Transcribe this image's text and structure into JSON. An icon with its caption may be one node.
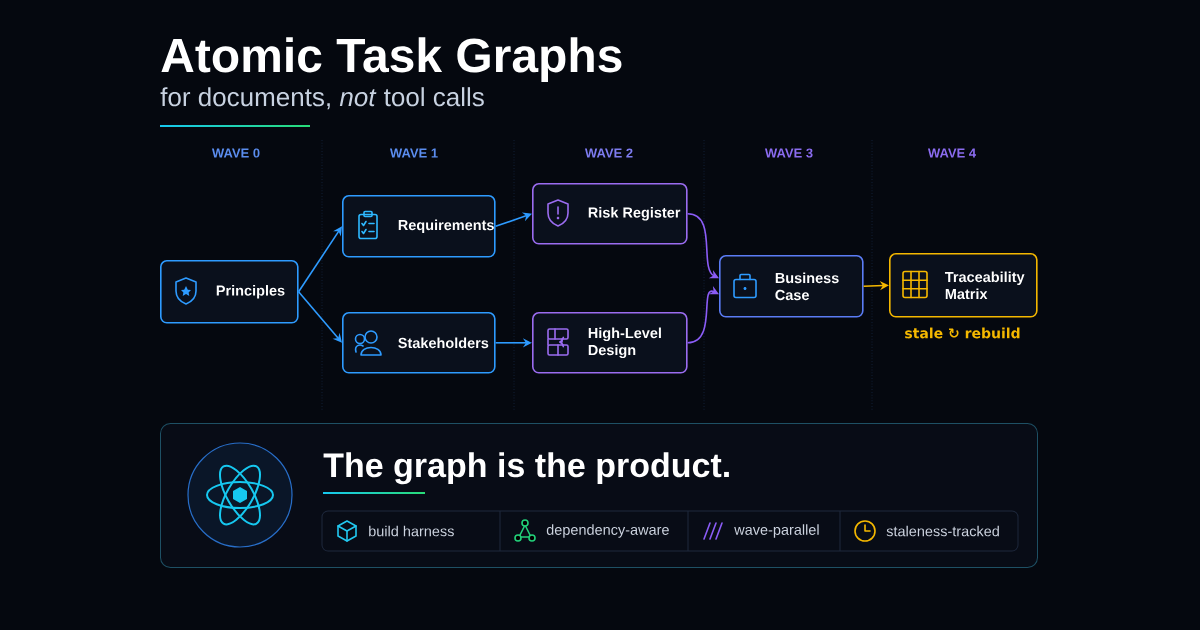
{
  "diagram": {
    "title": "Atomic Task Graphs",
    "caption": "for documents, *not* tool calls",
    "nodes": [
      {
        "text": [
          "Principles"
        ]
      },
      {
        "text": [
          "Requirements"
        ]
      },
      {
        "text": [
          "Stakeholders"
        ]
      },
      {
        "text": [
          "Risk Register"
        ]
      },
      {
        "text": [
          "High-Level Design"
        ]
      },
      {
        "text": [
          "Business Case"
        ]
      },
      {
        "text": [
          "Traceability Matrix"
        ],
        "beside": [
          "stale ↻ rebuild"
        ]
      },
      {
        "text": [
          "The graph is the product."
        ]
      },
      {
        "text": [
          "build harness"
        ],
        "in": 7
      },
      {
        "text": [
          "dependency-aware"
        ],
        "in": 7
      },
      {
        "text": [
          "wave-parallel"
        ],
        "in": 7
      },
      {
        "text": [
          "staleness-tracked"
        ],
        "in": 7
      }
    ],
    "edges": [
      {
        "from": 0,
        "to": 1,
        "arrow": "to"
      },
      {
        "from": 0,
        "to": 2,
        "arrow": "to"
      },
      {
        "from": 1,
        "to": 3,
        "arrow": "to"
      },
      {
        "from": 2,
        "to": 4,
        "arrow": "to"
      },
      {
        "from": 3,
        "to": 5,
        "arrow": "to",
        "color": "#8b5cf6"
      },
      {
        "from": 4,
        "to": 5,
        "arrow": "to",
        "color": "#8b5cf6"
      },
      {
        "from": 5,
        "to": 6,
        "arrow": "to",
        "color": "#f5b800"
      }
    ],
    "labels": [
      "WAVE 0",
      "WAVE 1",
      "WAVE 2",
      "WAVE 3",
      "WAVE 4"
    ]
  }
}
